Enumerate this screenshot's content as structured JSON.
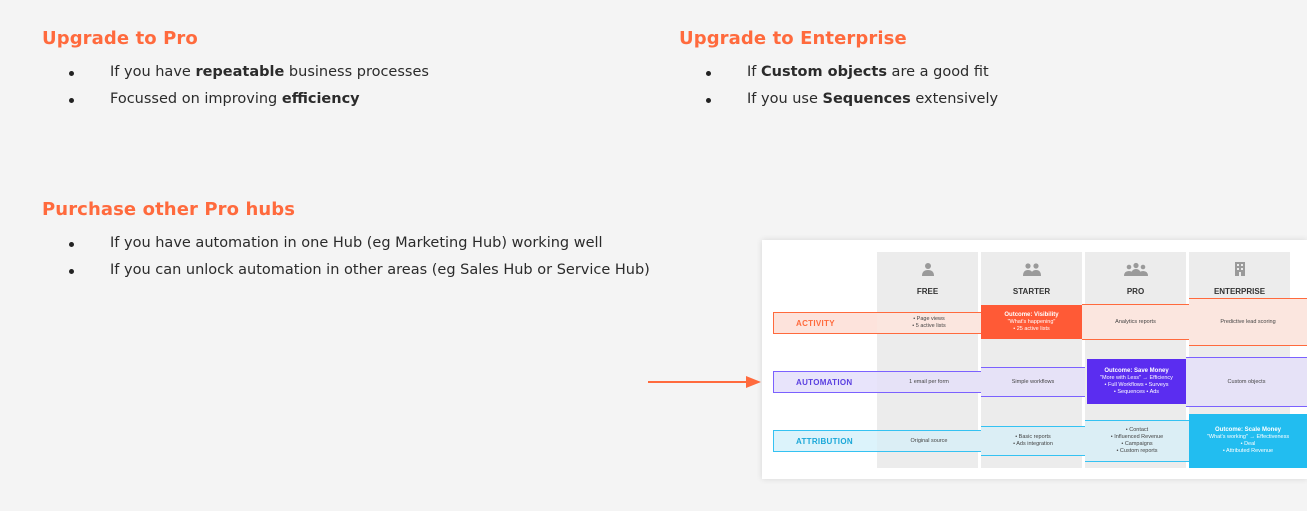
{
  "upgrade_pro": {
    "title": "Upgrade to Pro",
    "b1_pre": "If you have ",
    "b1_bold": "repeatable",
    "b1_post": " business processes",
    "b2_pre": "Focussed on improving ",
    "b2_bold": "efficiency"
  },
  "upgrade_enterprise": {
    "title": "Upgrade to Enterprise",
    "b1_pre": "If ",
    "b1_bold": "Custom objects",
    "b1_post": " are a good fit",
    "b2_pre": "If you use ",
    "b2_bold": "Sequences",
    "b2_post": " extensively"
  },
  "purchase_hubs": {
    "title": "Purchase other Pro hubs",
    "b1": "If you have automation in one Hub (eg Marketing Hub) working well",
    "b2": "If you can unlock automation in other areas (eg Sales Hub or Service Hub)"
  },
  "colors": {
    "accent": "#ff6a3d",
    "activity": "#ff6a3d",
    "automation": "#5b2df0",
    "attribution": "#22bdf0"
  },
  "matrix": {
    "columns": [
      "FREE",
      "STARTER",
      "PRO",
      "ENTERPRISE"
    ],
    "icons": [
      "person-icon",
      "two-people-icon",
      "group-icon",
      "building-icon"
    ],
    "rows": [
      "ACTIVITY",
      "AUTOMATION",
      "ATTRIBUTION"
    ],
    "activity": {
      "free_1": "• Page views",
      "free_2": "• 5 active lists",
      "starter_title": "Outcome: Visibility",
      "starter_1": "\"What's happening\"",
      "starter_2": "• 25 active lists",
      "pro": "Analytics reports",
      "enterprise": "Predictive lead scoring"
    },
    "automation": {
      "free": "1 email per form",
      "starter": "Simple workflows",
      "pro_title": "Outcome: Save Money",
      "pro_1": "\"More with Less\" → Efficiency",
      "pro_2": "• Full Workflows   • Surveys",
      "pro_3": "• Sequences          • Ads",
      "enterprise": "Custom objects"
    },
    "attribution": {
      "free": "Original source",
      "starter_1": "• Basic reports",
      "starter_2": "• Ads integration",
      "pro_1": "• Contact",
      "pro_2": "• Influenced Revenue",
      "pro_3": "• Campaigns",
      "pro_4": "• Custom reports",
      "ent_title": "Outcome: Scale Money",
      "ent_1": "\"What's working\" → Effectiveness",
      "ent_2": "• Deal",
      "ent_3": "• Attributed Revenue"
    }
  }
}
